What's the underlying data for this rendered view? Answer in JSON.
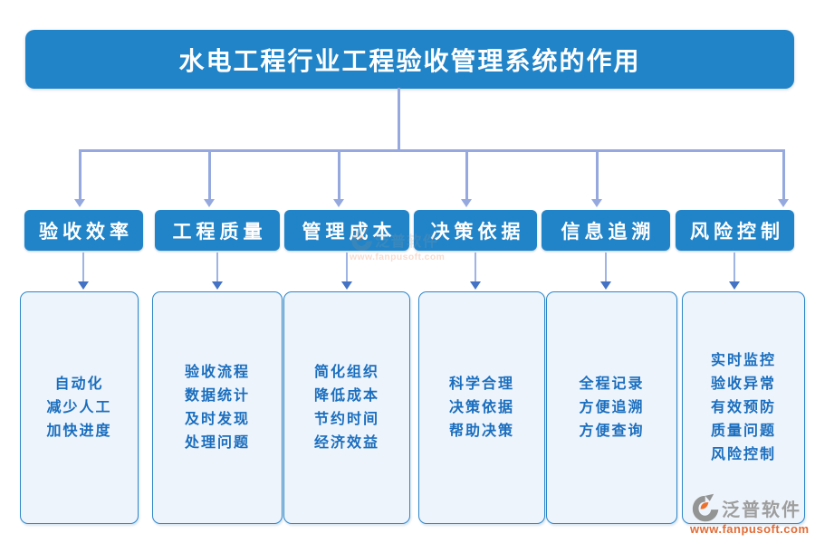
{
  "title": "水电工程行业工程验收管理系统的作用",
  "branches": [
    {
      "label": "验收效率",
      "lines": [
        "自动化",
        "减少人工",
        "加快进度"
      ]
    },
    {
      "label": "工程质量",
      "lines": [
        "验收流程",
        "数据统计",
        "及时发现",
        "处理问题"
      ]
    },
    {
      "label": "管理成本",
      "lines": [
        "简化组织",
        "降低成本",
        "节约时间",
        "经济效益"
      ]
    },
    {
      "label": "决策依据",
      "lines": [
        "科学合理",
        "决策依据",
        "帮助决策"
      ]
    },
    {
      "label": "信息追溯",
      "lines": [
        "全程记录",
        "方便追溯",
        "方便查询"
      ]
    },
    {
      "label": "风险控制",
      "lines": [
        "实时监控",
        "验收异常",
        "有效预防",
        "质量问题",
        "风险控制"
      ]
    }
  ],
  "watermark": {
    "brand": "泛普软件",
    "url": "www.fanpusoft.com"
  },
  "colors": {
    "box_blue": "#2184C8",
    "content_bg": "#EEF4FC",
    "content_border": "#2E86C8",
    "content_text": "#1A6EBE",
    "connector": "#95A9DF",
    "arrowhead_dark": "#4472C4",
    "watermark_gray": "#9A9A9A",
    "watermark_orange": "#E0642C"
  }
}
